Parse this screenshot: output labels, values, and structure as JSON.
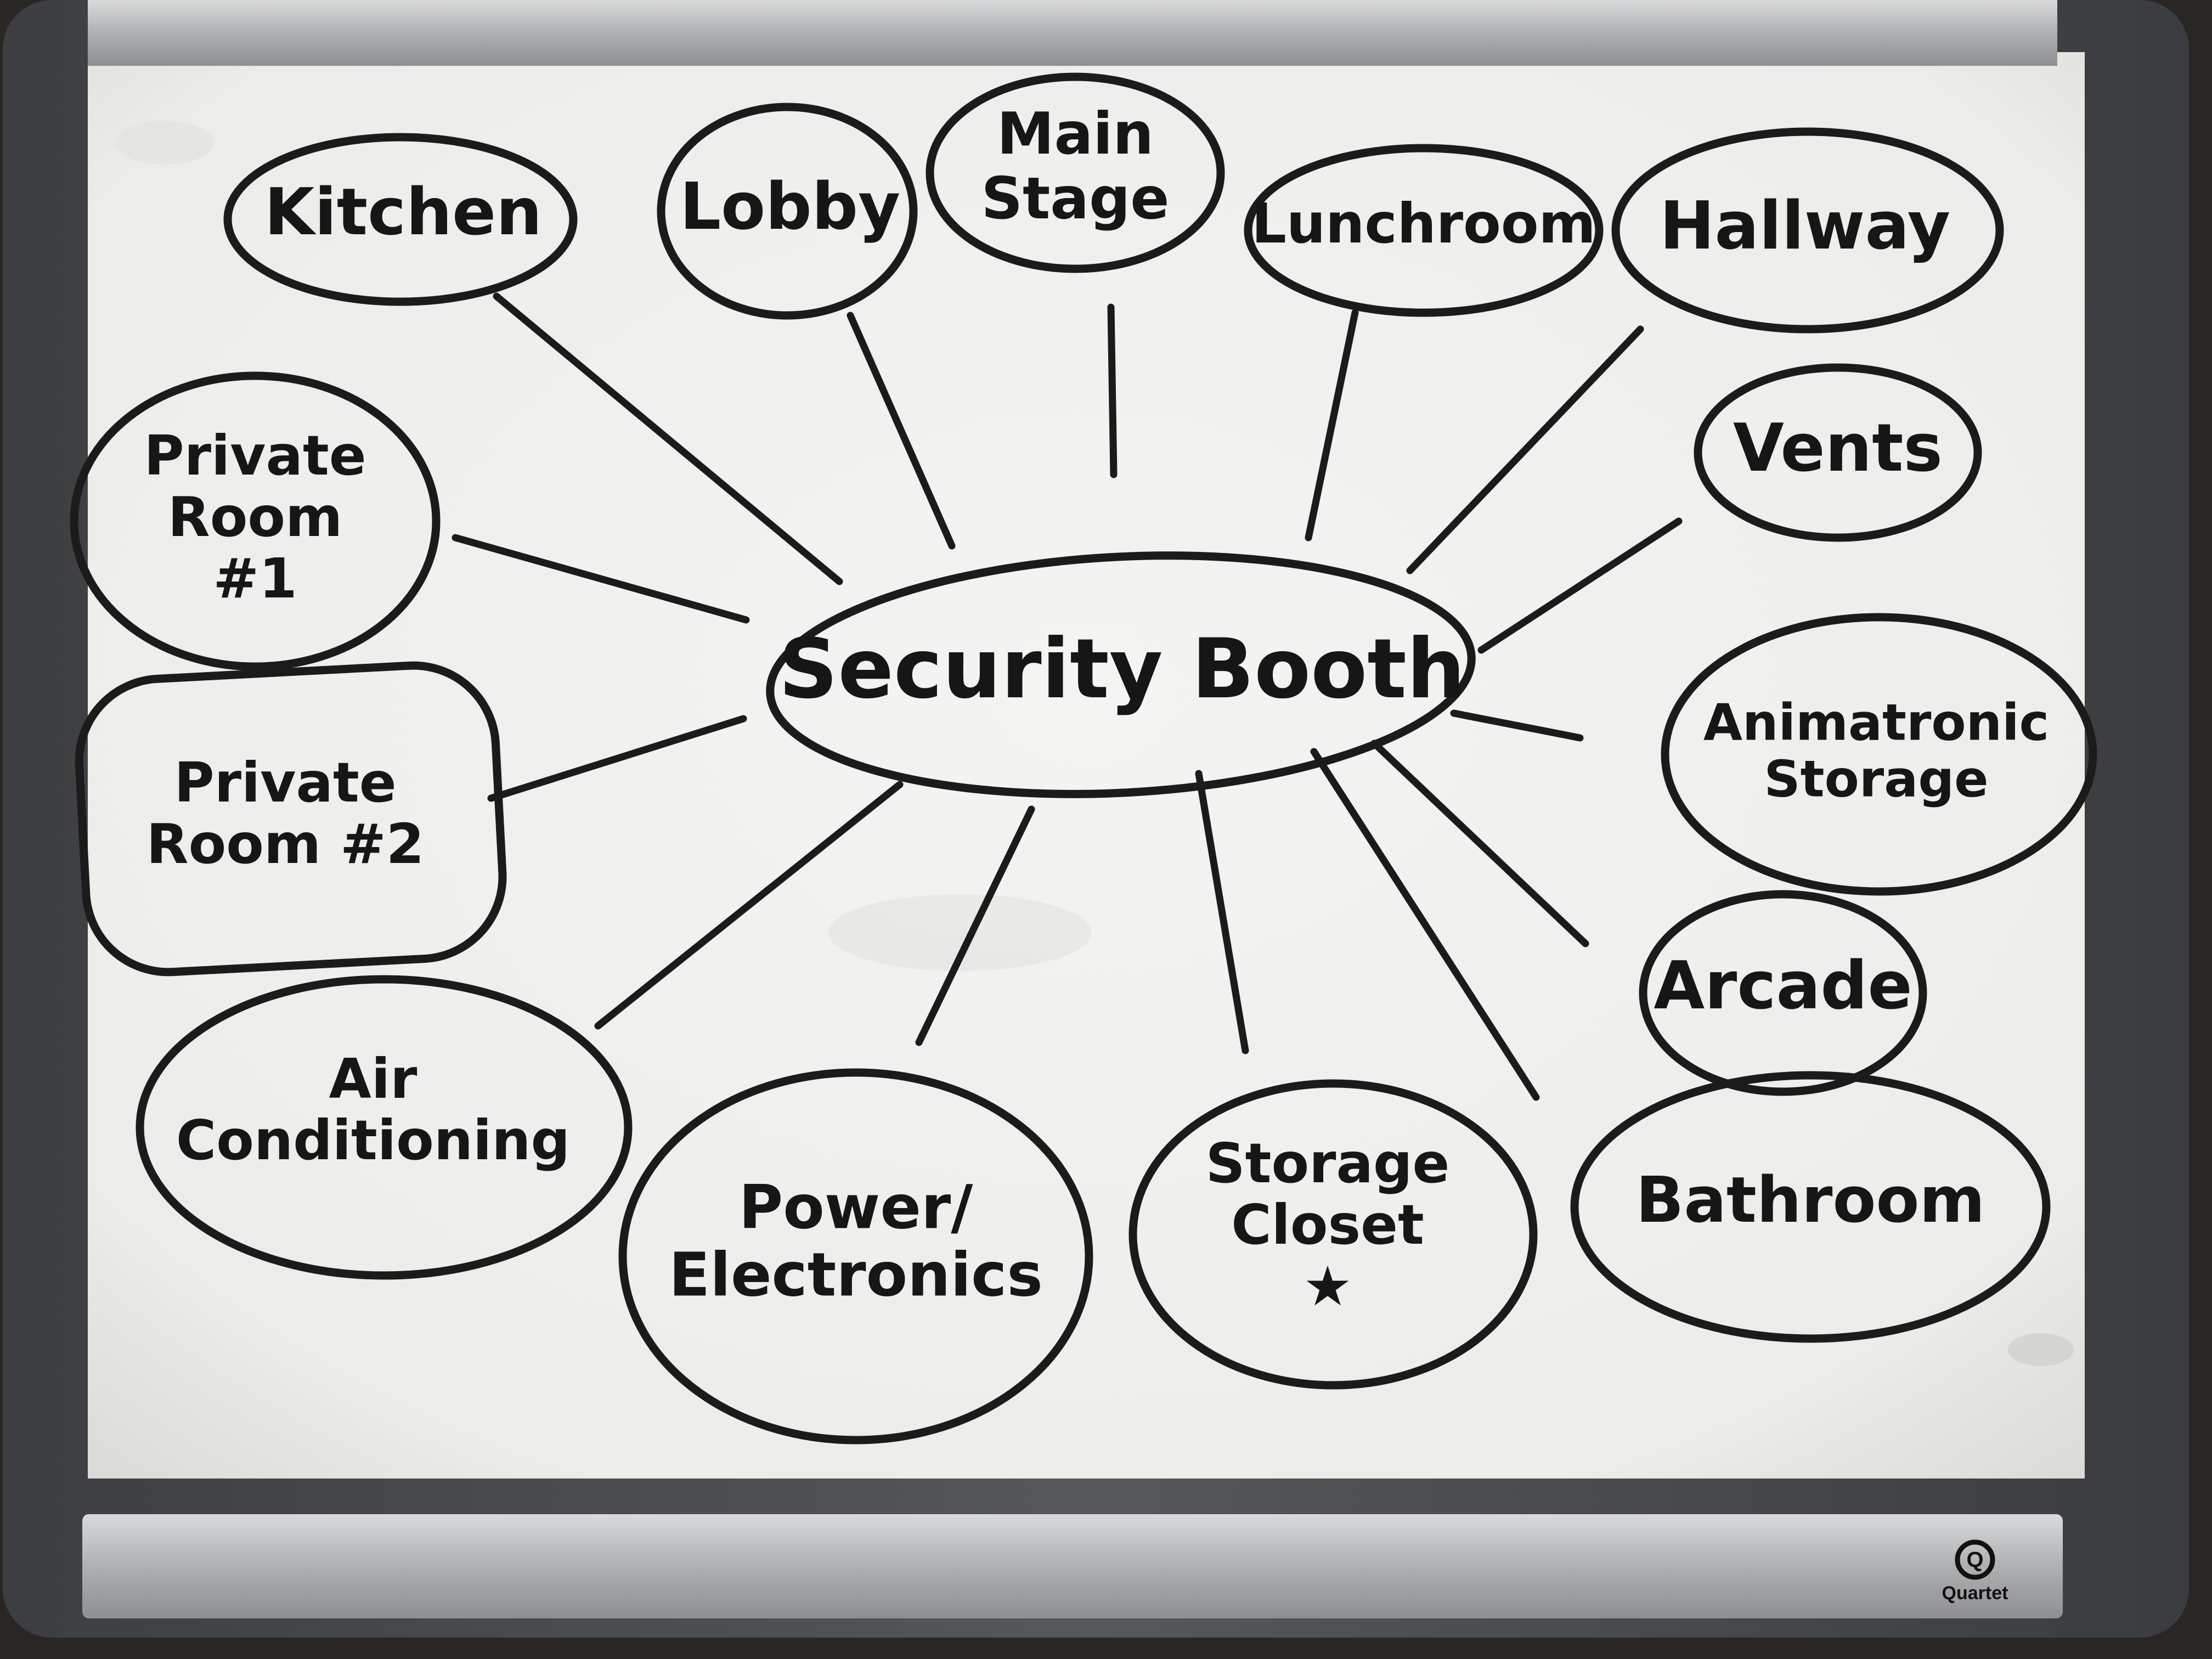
{
  "board": {
    "center": {
      "label": "Security Booth"
    },
    "rooms": [
      {
        "id": "kitchen",
        "lines": [
          "Kitchen"
        ]
      },
      {
        "id": "lobby",
        "lines": [
          "Lobby"
        ]
      },
      {
        "id": "main-stage",
        "lines": [
          "Main",
          "Stage"
        ]
      },
      {
        "id": "lunchroom",
        "lines": [
          "Lunchroom"
        ]
      },
      {
        "id": "hallway",
        "lines": [
          "Hallway"
        ]
      },
      {
        "id": "vents",
        "lines": [
          "Vents"
        ]
      },
      {
        "id": "private-room-1",
        "lines": [
          "Private",
          "Room",
          "#1"
        ]
      },
      {
        "id": "private-room-2",
        "lines": [
          "Private",
          "Room #2"
        ]
      },
      {
        "id": "animatronic-storage",
        "lines": [
          "Animatronic",
          "Storage"
        ]
      },
      {
        "id": "arcade",
        "lines": [
          "Arcade"
        ]
      },
      {
        "id": "air-conditioning",
        "lines": [
          "Air",
          "Conditioning"
        ]
      },
      {
        "id": "power-electronics",
        "lines": [
          "Power/",
          "Electronics"
        ]
      },
      {
        "id": "storage-closet",
        "lines": [
          "Storage",
          "Closet",
          "★"
        ]
      },
      {
        "id": "bathroom",
        "lines": [
          "Bathroom"
        ]
      }
    ],
    "brand": "Quartet",
    "brand_mark": "Q",
    "colors": {
      "board": "#f2f2f0",
      "frame": "#4d4f52",
      "rail": "#b8b9bb",
      "ink": "#1b1b1b",
      "background": "#2a2624"
    }
  }
}
